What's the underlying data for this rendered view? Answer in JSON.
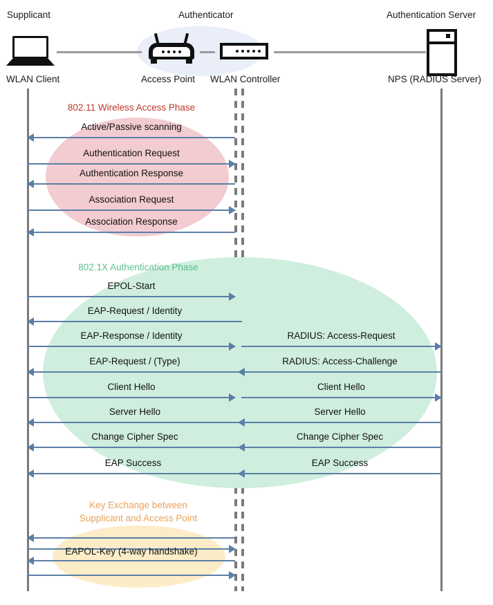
{
  "diagram": {
    "title": "802.1X / WPA2-Enterprise WLAN authentication sequence",
    "colors": {
      "arrow": "#5b7fa6",
      "lifeline": "#7a7a7a",
      "phase1_text": "#c0392b",
      "phase1_blob": "#f2ccd0",
      "phase2_text": "#5cbf8f",
      "phase2_blob": "#cfeedd",
      "phase3_text": "#e8a35c",
      "phase3_blob": "#fdecc8",
      "authenticator_blob": "#e9eef8"
    }
  },
  "header": {
    "roles": [
      {
        "label": "Supplicant"
      },
      {
        "label": "Authenticator"
      },
      {
        "label": "Authentication Server"
      }
    ],
    "devices": [
      {
        "caption": "WLAN Client",
        "icon": "laptop-icon"
      },
      {
        "caption": "Access Point",
        "icon": "access-point-icon"
      },
      {
        "caption": "WLAN Controller",
        "icon": "wlan-controller-icon"
      },
      {
        "caption": "NPS (RADIUS Server)",
        "icon": "server-icon"
      }
    ]
  },
  "phases": [
    {
      "id": "wireless-access",
      "label": "802.11 Wireless Access Phase",
      "messages": [
        {
          "text": "Active/Passive scanning",
          "dir": "left"
        },
        {
          "text": "Authentication Request",
          "dir": "right"
        },
        {
          "text": "Authentication Response",
          "dir": "left"
        },
        {
          "text": "Association Request",
          "dir": "right"
        },
        {
          "text": "Association Response",
          "dir": "left"
        }
      ]
    },
    {
      "id": "dot1x-auth",
      "label": "802.1X Authentication Phase",
      "messages": [
        {
          "text": "EPOL-Start",
          "dir": "right"
        },
        {
          "text": "EAP-Request / Identity",
          "dir": "left"
        },
        {
          "text": "EAP-Response / Identity",
          "dir": "right"
        },
        {
          "text": "EAP-Request / (Type)",
          "dir": "left"
        },
        {
          "text": "Client Hello",
          "dir": "right"
        },
        {
          "text": "Server Hello",
          "dir": "left"
        },
        {
          "text": "Change Cipher Spec",
          "dir": "left"
        },
        {
          "text": "EAP Success",
          "dir": "left"
        }
      ],
      "radius_messages": [
        {
          "text": "RADIUS: Access-Request",
          "dir": "right"
        },
        {
          "text": "RADIUS: Access-Challenge",
          "dir": "left"
        },
        {
          "text": "Client Hello",
          "dir": "right"
        },
        {
          "text": "Server Hello",
          "dir": "left"
        },
        {
          "text": "Change Cipher Spec",
          "dir": "left"
        },
        {
          "text": "EAP Success",
          "dir": "left"
        }
      ]
    },
    {
      "id": "key-exchange",
      "label_line1": "Key Exchange between",
      "label_line2": "Supplicant and Access Point",
      "messages": [
        {
          "text": "",
          "dir": "left"
        },
        {
          "text": "",
          "dir": "right"
        },
        {
          "text": "EAPOL-Key (4-way handshake)",
          "dir": "left"
        },
        {
          "text": "",
          "dir": "right"
        }
      ]
    }
  ]
}
